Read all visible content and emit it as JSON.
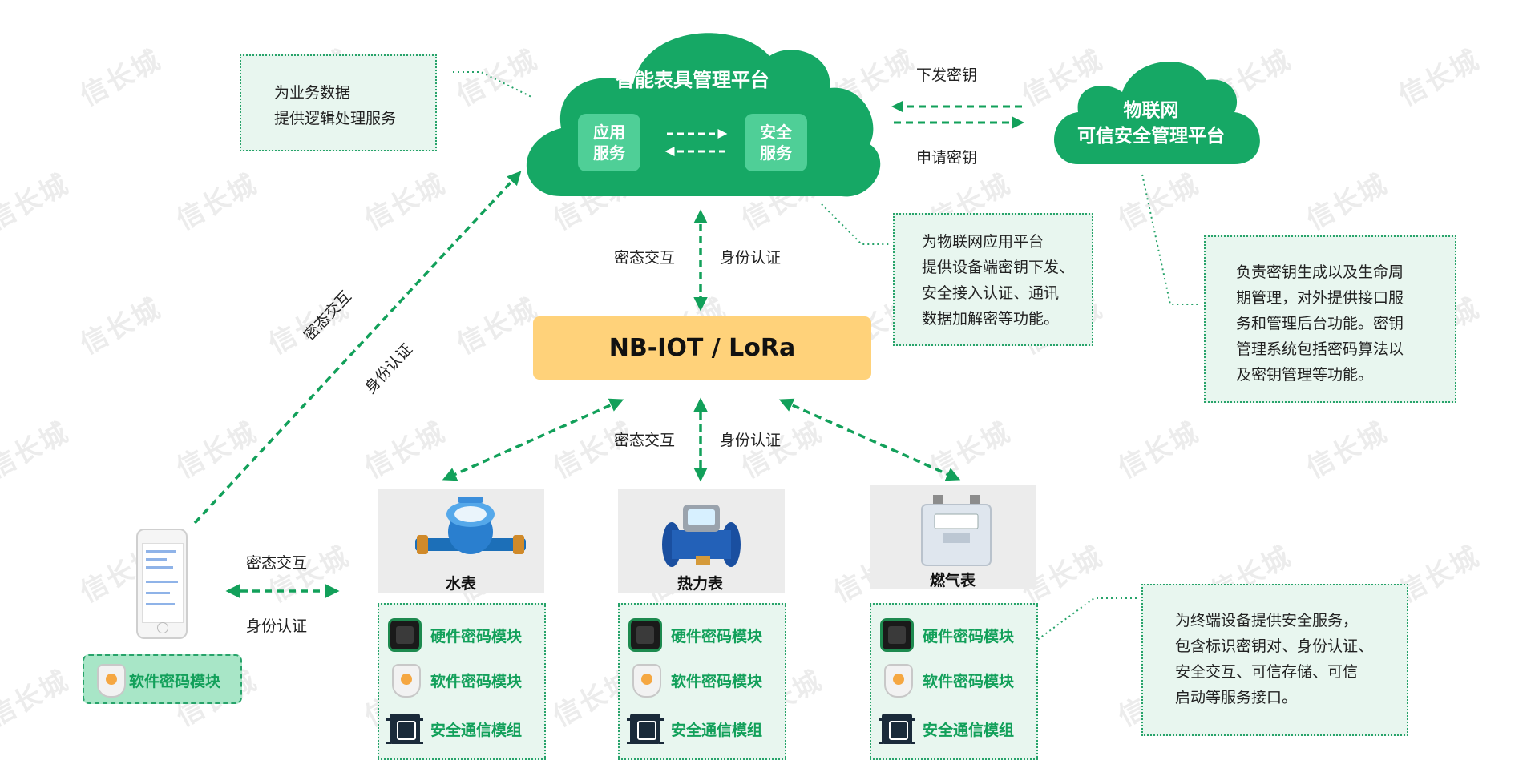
{
  "watermark": "信长城",
  "cloud_main": {
    "title": "智能表具管理平台",
    "service_app": "应用\n服务",
    "service_sec": "安全\n服务"
  },
  "cloud_iot": {
    "title_line1": "物联网",
    "title_line2": "可信安全管理平台"
  },
  "notes": {
    "business": [
      "为业务数据",
      "提供逻辑处理服务"
    ],
    "platform": [
      "为物联网应用平台",
      "提供设备端密钥下发、",
      "安全接入认证、通讯",
      "数据加解密等功能。"
    ],
    "key_mgmt": [
      "负责密钥生成以及生命周",
      "期管理，对外提供接口服",
      "务和管理后台功能。密钥",
      "管理系统包括密码算法以",
      "及密钥管理等功能。"
    ],
    "terminal": [
      "为终端设备提供安全服务，",
      "包含标识密钥对、身份认证、",
      "安全交互、可信存储、可信",
      "启动等服务接口。"
    ]
  },
  "labels": {
    "issue_key": "下发密钥",
    "apply_key": "申请密钥",
    "secret_interact": "密态交互",
    "identity_auth": "身份认证"
  },
  "network": "NB-IOT / LoRa",
  "devices": [
    {
      "name": "水表"
    },
    {
      "name": "热力表"
    },
    {
      "name": "燃气表"
    }
  ],
  "modules": {
    "hardware": "硬件密码模块",
    "software": "软件密码模块",
    "comm": "安全通信模组"
  },
  "mobile_module": "软件密码模块",
  "colors": {
    "brand_green": "#12a05a",
    "cloud_green": "#16a865",
    "note_bg": "#e8f6ef",
    "network_yellow": "#ffd27a"
  },
  "icons": [
    "cloud-icon",
    "chip-icon",
    "shield-icon",
    "soc-icon",
    "phone-icon",
    "water-meter-icon",
    "heat-meter-icon",
    "gas-meter-icon"
  ]
}
